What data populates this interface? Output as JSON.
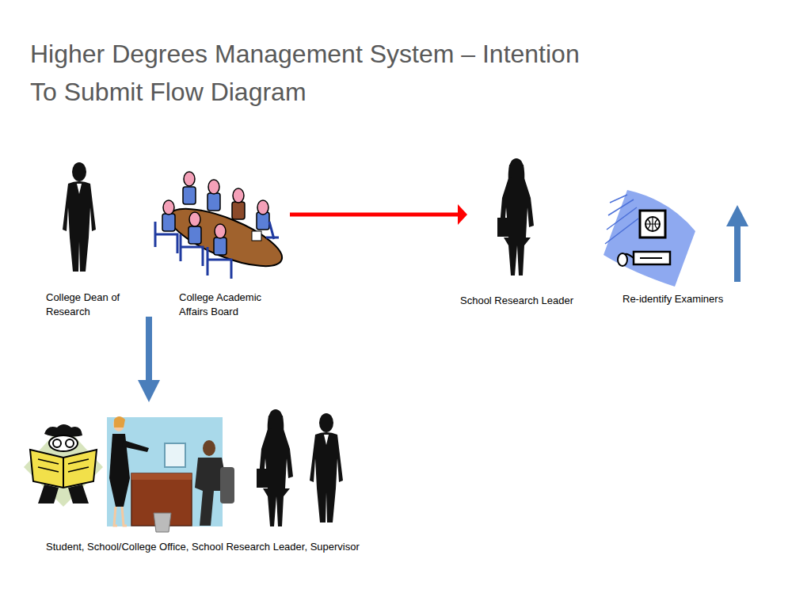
{
  "diagram": {
    "title": "Higher Degrees Management System – Intention To Submit Flow Diagram",
    "nodes": [
      {
        "text": [
          "College Dean of Research"
        ]
      },
      {
        "text": [
          "College Academic Affairs Board"
        ]
      },
      {
        "text": [
          "School Research Leader"
        ]
      },
      {
        "text": [
          "Re-identify Examiners"
        ]
      },
      {
        "text": [
          "Student, School/College Office, School Research Leader, Supervisor"
        ]
      }
    ],
    "edges": [
      {
        "from": 1,
        "to": 2,
        "arrow": "to"
      },
      {
        "from": 1,
        "to": 4,
        "arrow": "to"
      }
    ]
  }
}
